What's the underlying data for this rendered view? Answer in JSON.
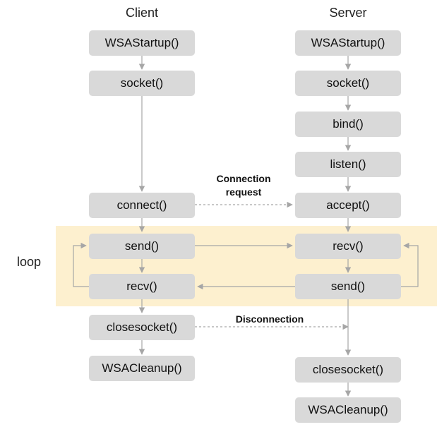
{
  "columns": {
    "client": "Client",
    "server": "Server"
  },
  "loop_label": "loop",
  "client_nodes": [
    "WSAStartup()",
    "socket()",
    "connect()",
    "send()",
    "recv()",
    "closesocket()",
    "WSACleanup()"
  ],
  "server_nodes": [
    "WSAStartup()",
    "socket()",
    "bind()",
    "listen()",
    "accept()",
    "recv()",
    "send()",
    "closesocket()",
    "WSACleanup()"
  ],
  "edge_labels": {
    "connection_request": "Connection\nrequest",
    "disconnection": "Disconnection"
  },
  "colors": {
    "node_fill": "#d9d9d9",
    "loop_band": "#fdf0cf",
    "arrow": "#a6a6a6"
  }
}
